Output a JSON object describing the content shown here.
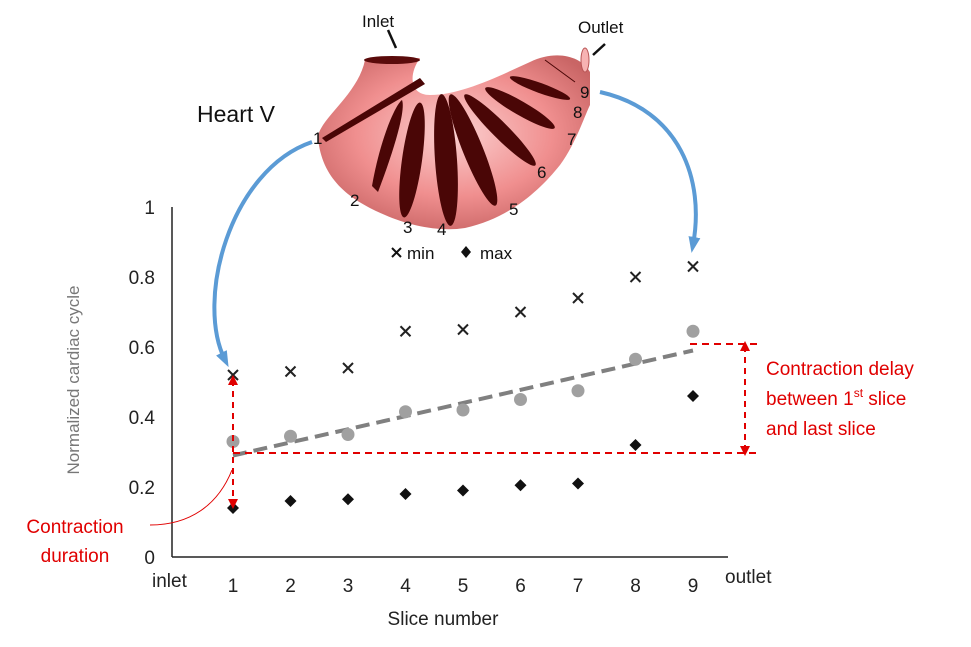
{
  "chart_data": {
    "type": "scatter",
    "xlabel": "Slice number",
    "ylabel": "Normalized cardiac cycle",
    "ylim": [
      0,
      1
    ],
    "yticks": [
      "0",
      "0.2",
      "0.4",
      "0.6",
      "0.8",
      "1"
    ],
    "xticks": [
      "1",
      "2",
      "3",
      "4",
      "5",
      "6",
      "7",
      "8",
      "9"
    ],
    "x_left_label": "inlet",
    "x_right_label": "outlet",
    "x": [
      1,
      2,
      3,
      4,
      5,
      6,
      7,
      8,
      9
    ],
    "series": [
      {
        "name": "min",
        "marker": "x",
        "color": "#222222",
        "values": [
          0.52,
          0.53,
          0.54,
          0.645,
          0.65,
          0.7,
          0.74,
          0.8,
          0.83
        ]
      },
      {
        "name": "max",
        "marker": "diamond",
        "color": "#111111",
        "values": [
          0.14,
          0.16,
          0.165,
          0.18,
          0.19,
          0.205,
          0.21,
          0.32,
          0.46
        ]
      },
      {
        "marker": "circle",
        "color": "#a0a0a0",
        "values": [
          0.33,
          0.345,
          0.35,
          0.415,
          0.42,
          0.45,
          0.475,
          0.565,
          0.645
        ]
      }
    ],
    "trendline": {
      "x": [
        1,
        9
      ],
      "y": [
        0.29,
        0.59
      ],
      "color": "#808080",
      "style": "dashed"
    },
    "annotations": {
      "duration_label": [
        "Contraction",
        "duration"
      ],
      "delay_line1": "Contraction delay",
      "delay_line2_prefix": "between 1",
      "delay_line2_sup": "st",
      "delay_line2_suffix": " slice",
      "delay_line3": "and last slice",
      "color": "#e00000"
    }
  },
  "heart": {
    "title": "Heart V",
    "inlet_label": "Inlet",
    "outlet_label": "Outlet",
    "slice_numbers": [
      "1",
      "2",
      "3",
      "4",
      "5",
      "6",
      "7",
      "8",
      "9"
    ],
    "color": "#f08f8f",
    "arrow_color": "#5b9bd5"
  },
  "legend": {
    "min_label": "min",
    "max_label": "max"
  }
}
